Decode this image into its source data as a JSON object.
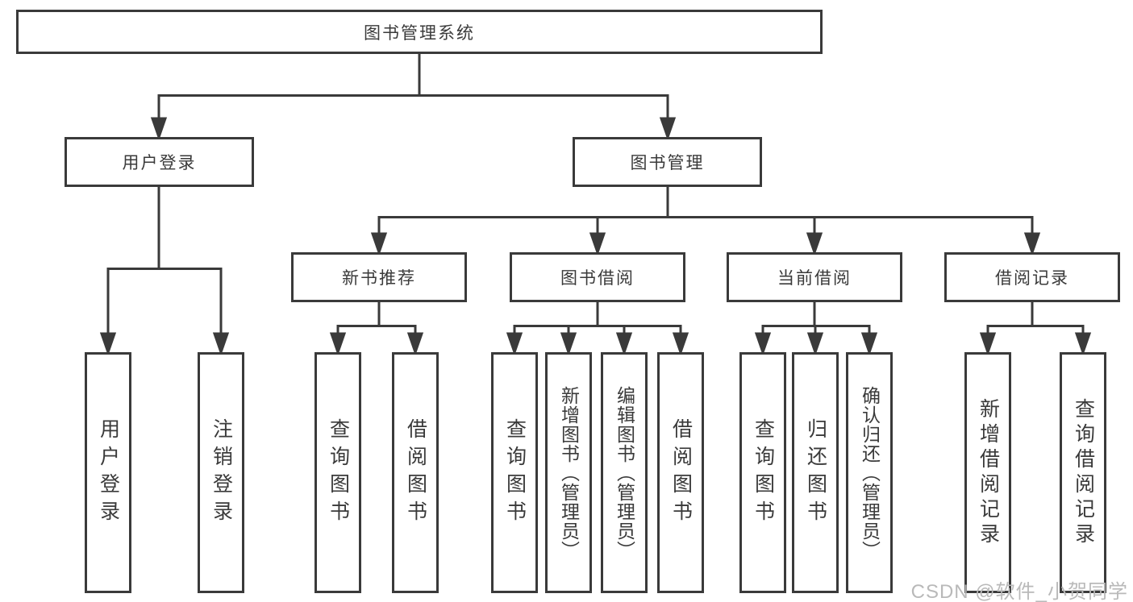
{
  "colors": {
    "line": "#3a3a3a",
    "text": "#3a3a3a",
    "watermark": "#b9b9b9",
    "background": "#ffffff"
  },
  "root": {
    "label": "图书管理系统"
  },
  "level2": [
    {
      "label": "用户登录"
    },
    {
      "label": "图书管理"
    }
  ],
  "level3": [
    {
      "label": "新书推荐"
    },
    {
      "label": "图书借阅"
    },
    {
      "label": "当前借阅"
    },
    {
      "label": "借阅记录"
    }
  ],
  "leaves": {
    "user_login": [
      "用户登录",
      "注销登录"
    ],
    "new_book_recommend": [
      "查询图书",
      "借阅图书"
    ],
    "book_borrowing": [
      "查询图书",
      "新增图书（管理员）",
      "编辑图书（管理员）",
      "借阅图书"
    ],
    "current_borrowing": [
      "查询图书",
      "归还图书",
      "确认归还（管理员）"
    ],
    "borrowing_records": [
      "查询图书",
      "归还图书",
      "确认归还（管理员）"
    ]
  },
  "leaves_records": [
    "新增借阅记录",
    "查询借阅记录"
  ],
  "watermark": "CSDN @软件_小贺同学"
}
